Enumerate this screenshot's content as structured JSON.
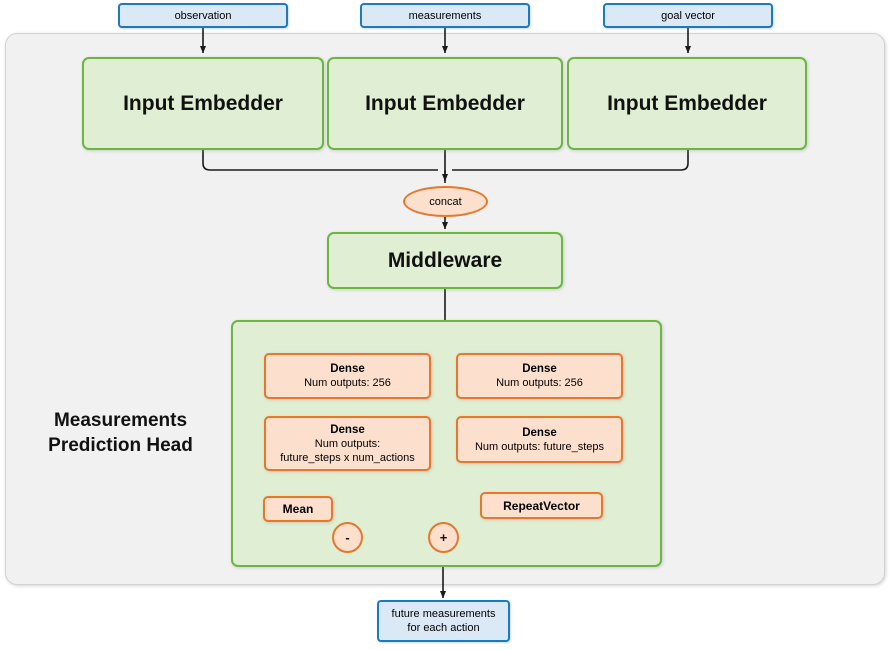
{
  "diagram": {
    "title": "Measurements Prediction Head network architecture",
    "colors": {
      "panel_bg": "#f1f1f1",
      "blue_fill": "#dbe8f6",
      "blue_border": "#1c7ac0",
      "green_fill": "#e0eed3",
      "green_border": "#6cb543",
      "orange_fill": "#fce0cd",
      "orange_border": "#e8772a",
      "wire": "#1a1a1a"
    }
  },
  "inputs": [
    {
      "label": "observation"
    },
    {
      "label": "measurements"
    },
    {
      "label": "goal vector"
    }
  ],
  "embedders": [
    {
      "label": "Input Embedder"
    },
    {
      "label": "Input Embedder"
    },
    {
      "label": "Input Embedder"
    }
  ],
  "concat": {
    "label": "concat"
  },
  "middleware": {
    "label": "Middleware"
  },
  "head": {
    "label_line1": "Measurements",
    "label_line2": "Prediction Head",
    "left_branch": {
      "dense1": {
        "title": "Dense",
        "sub1": "Num outputs: 256"
      },
      "dense2": {
        "title": "Dense",
        "sub1": "Num outputs:",
        "sub2": "future_steps x num_actions"
      },
      "mean": {
        "label": "Mean"
      },
      "op": {
        "label": "-"
      }
    },
    "right_branch": {
      "dense1": {
        "title": "Dense",
        "sub1": "Num outputs: 256"
      },
      "dense2": {
        "title": "Dense",
        "sub1": "Num outputs: future_steps"
      },
      "repeat_vector": {
        "label": "RepeatVector"
      }
    },
    "merge_op": {
      "label": "+"
    }
  },
  "output": {
    "line1": "future measurements",
    "line2": "for each action"
  }
}
